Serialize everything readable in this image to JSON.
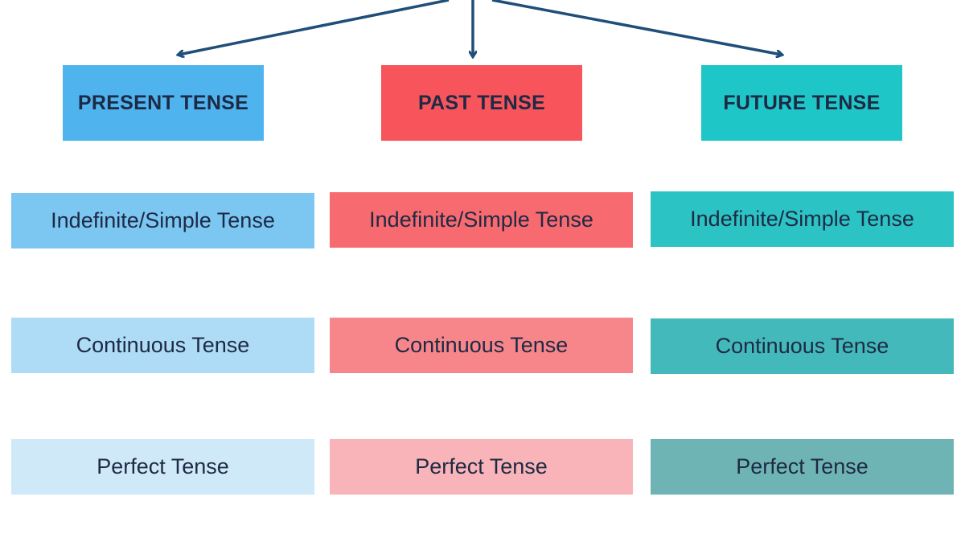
{
  "columns": [
    {
      "header": "PRESENT TENSE",
      "header_color": "#4fb3ee",
      "items": [
        {
          "label": "Indefinite/Simple Tense",
          "color": "#7cc6f2"
        },
        {
          "label": "Continuous Tense",
          "color": "#aedcf7"
        },
        {
          "label": "Perfect Tense",
          "color": "#cfe9f8"
        }
      ]
    },
    {
      "header": "PAST TENSE",
      "header_color": "#f7545c",
      "items": [
        {
          "label": "Indefinite/Simple Tense",
          "color": "#f76a70"
        },
        {
          "label": "Continuous Tense",
          "color": "#f7868b"
        },
        {
          "label": "Perfect Tense",
          "color": "#f8b4b8"
        }
      ]
    },
    {
      "header": "FUTURE TENSE",
      "header_color": "#1fc6c8",
      "items": [
        {
          "label": "Indefinite/Simple Tense",
          "color": "#2cc3c5"
        },
        {
          "label": "Continuous Tense",
          "color": "#43b9bb"
        },
        {
          "label": "Perfect Tense",
          "color": "#6fb4b5"
        }
      ]
    }
  ],
  "arrow_color": "#1f4e79"
}
